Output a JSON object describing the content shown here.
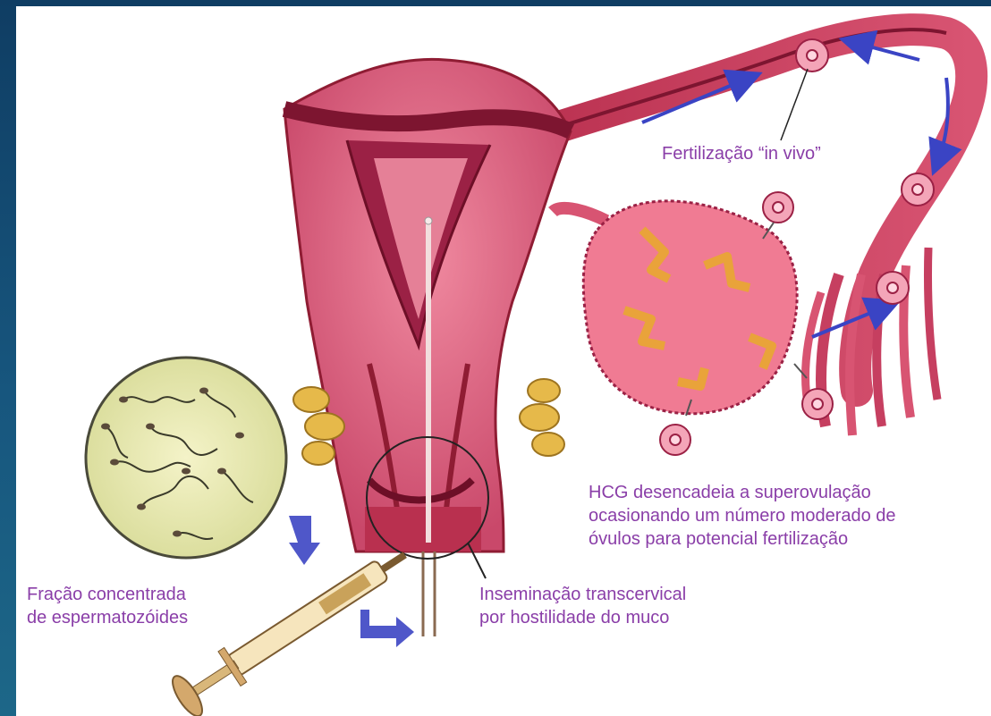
{
  "colors": {
    "background": "#154a72",
    "panel": "#ffffff",
    "label_text": "#8a3ea8",
    "tissue": "#e06a84",
    "tissue_dark": "#8f1c33",
    "fat": "#e6b94a",
    "flow_arrow": "#4f57c9"
  },
  "labels": {
    "fertilization": "Fertilização “in vivo”",
    "hcg": [
      "HCG desencadeia a superovulação",
      "ocasionando um número moderado de",
      "óvulos para potencial fertilização"
    ],
    "sperm_fraction": [
      "Fração concentrada",
      "de espermatozóides"
    ],
    "insemination": [
      "Inseminação transcervical",
      "por hostilidade do muco"
    ]
  },
  "icons": [
    "uterus",
    "fallopian-tube",
    "ovary",
    "ovum",
    "sperm-microscope-view",
    "syringe",
    "catheter",
    "flow-arrow"
  ]
}
